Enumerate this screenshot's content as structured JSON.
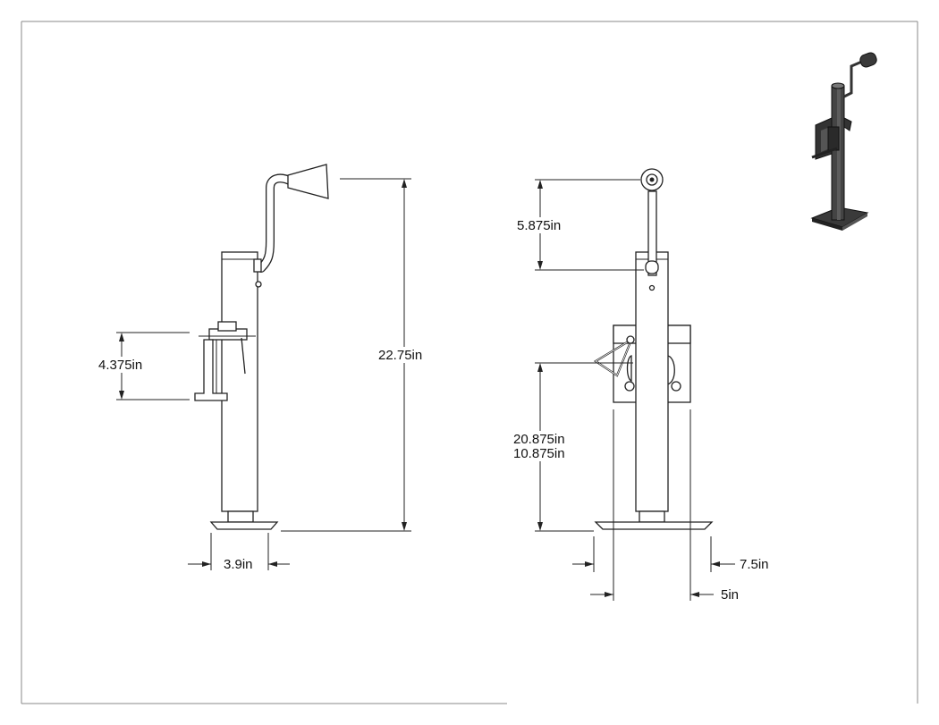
{
  "drawing": {
    "side_view": {
      "height_label": "22.75in",
      "bracket_label": "4.375in",
      "width_label": "3.9in"
    },
    "front_view": {
      "top_label": "5.875in",
      "extended_label": "20.875in",
      "retracted_label": "10.875in",
      "foot_width_label": "7.5in",
      "bracket_width_label": "5in"
    },
    "iso_view": {
      "icon": "tongue-jack-3d-icon"
    }
  }
}
